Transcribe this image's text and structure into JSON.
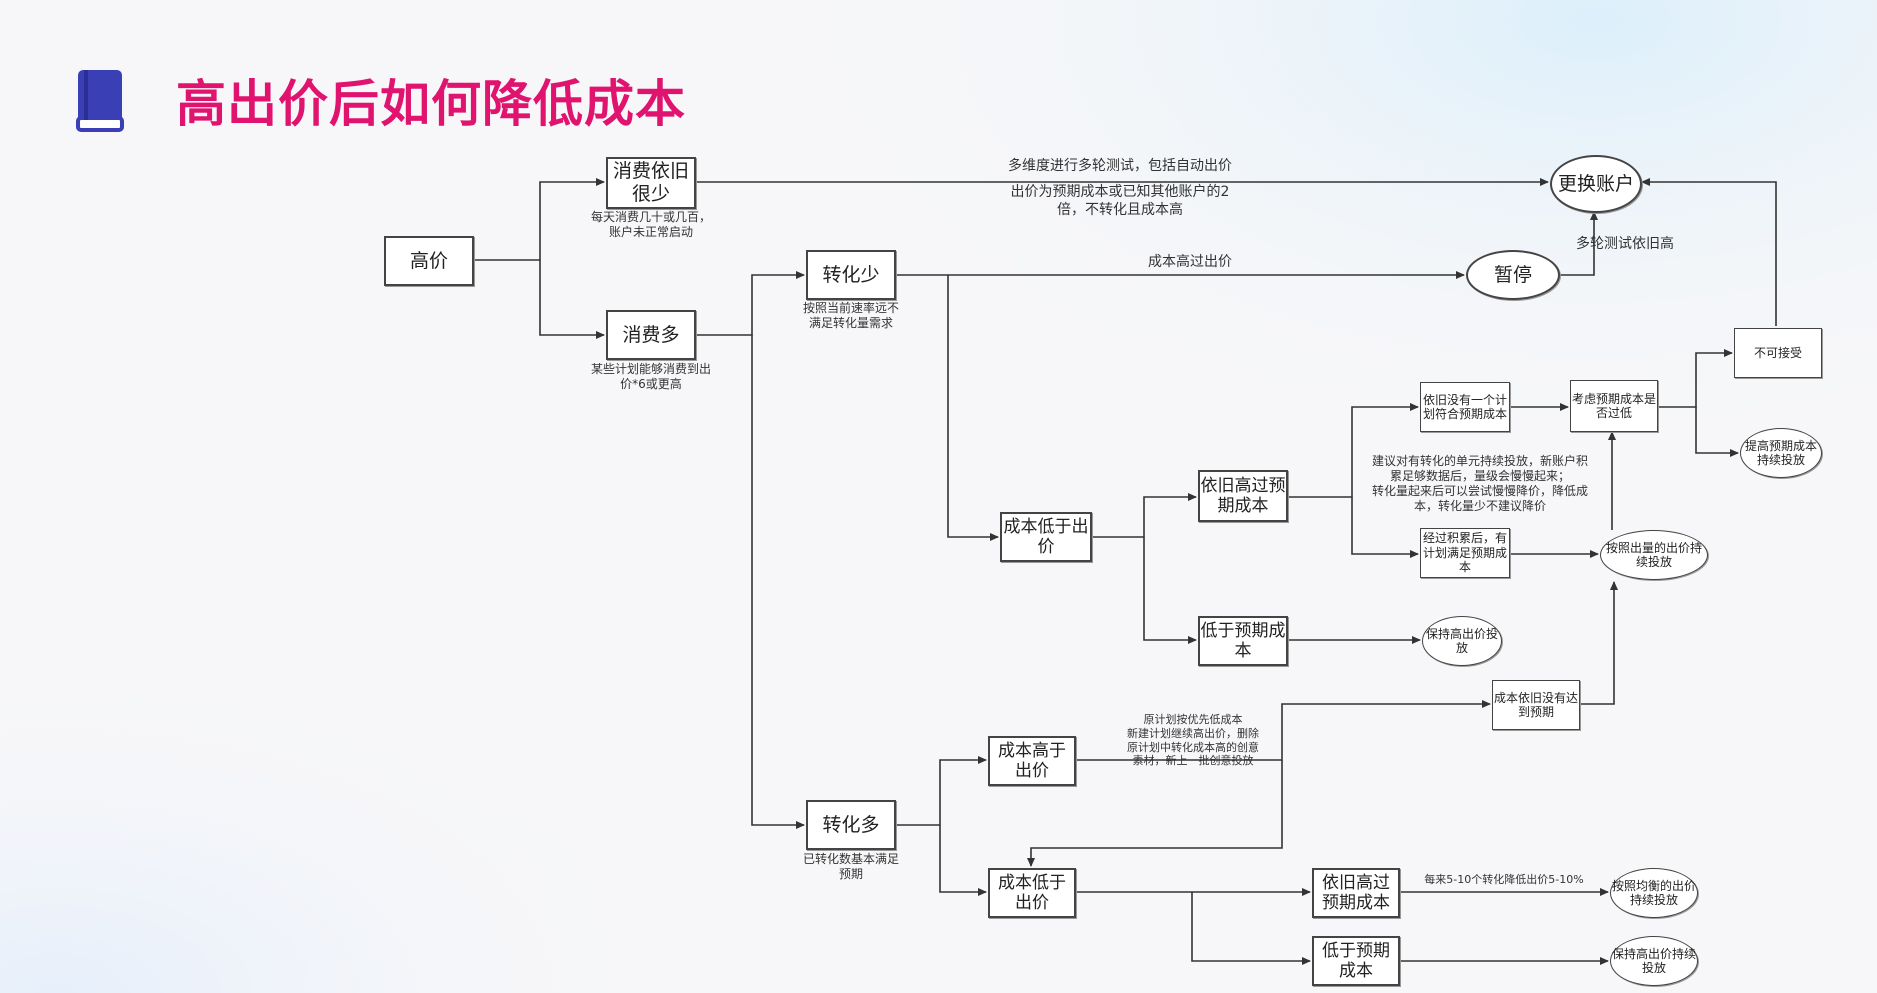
{
  "title": "高出价后如何降低成本",
  "header_icon": "book-icon",
  "colors": {
    "title": "#e0136f",
    "icon": "#3a3fb5",
    "line": "#333333"
  },
  "nodes": {
    "high_bid": "高价",
    "low_spend": "消费依旧很少",
    "high_spend": "消费多",
    "conv_low": "转化少",
    "conv_high": "转化多",
    "switch_account": "更换账户",
    "pause": "暂停",
    "cost_below_bid_a": "成本低于出价",
    "still_above_a": "依旧高过预期成本",
    "below_expected_a": "低于预期成本",
    "no_plan_meets": "依旧没有一个计划符合预期成本",
    "after_accumulate": "经过积累后，有计划满足预期成本",
    "consider_low": "考虑预期成本是否过低",
    "unacceptable": "不可接受",
    "raise_expected": "提高预期成本持续投放",
    "keep_by_volume": "按照出量的出价持续投放",
    "keep_high_a": "保持高出价投放",
    "cost_above_bid": "成本高于出价",
    "cost_still_unmet": "成本依旧没有达到预期",
    "cost_below_bid_b": "成本低于出价",
    "still_above_b": "依旧高过预期成本",
    "below_expected_b": "低于预期成本",
    "balanced_bid": "按照均衡的出价持续投放",
    "keep_high_b": "保持高出价持续投放"
  },
  "notes": {
    "low_spend_note": "每天消费几十或几百，\n账户未正常启动",
    "high_spend_note": "某些计划能够消费到出\n价*6或更高",
    "conv_low_note": "按照当前速率远不\n满足转化量需求",
    "conv_high_note": "已转化数基本满足\n预期",
    "edge_multi_test": "多维度进行多轮测试，包括自动出价",
    "edge_bid_double": "出价为预期成本或已知其他账户的2\n倍，不转化且成本高",
    "edge_cost_over": "成本高过出价",
    "edge_still_high": "多轮测试依旧高",
    "suggest_note": "建议对有转化的单元持续投放，新账户积\n累足够数据后，量级会慢慢起来；\n转化量起来后可以尝试慢慢降价，降低成\n本，转化量少不建议降价",
    "cost_above_note": "原计划按优先低成本\n新建计划继续高出价，删除\n原计划中转化成本高的创意\n素材，新上一批创意投放",
    "per_conv_note": "每来5-10个转化降低出价5-10%"
  }
}
